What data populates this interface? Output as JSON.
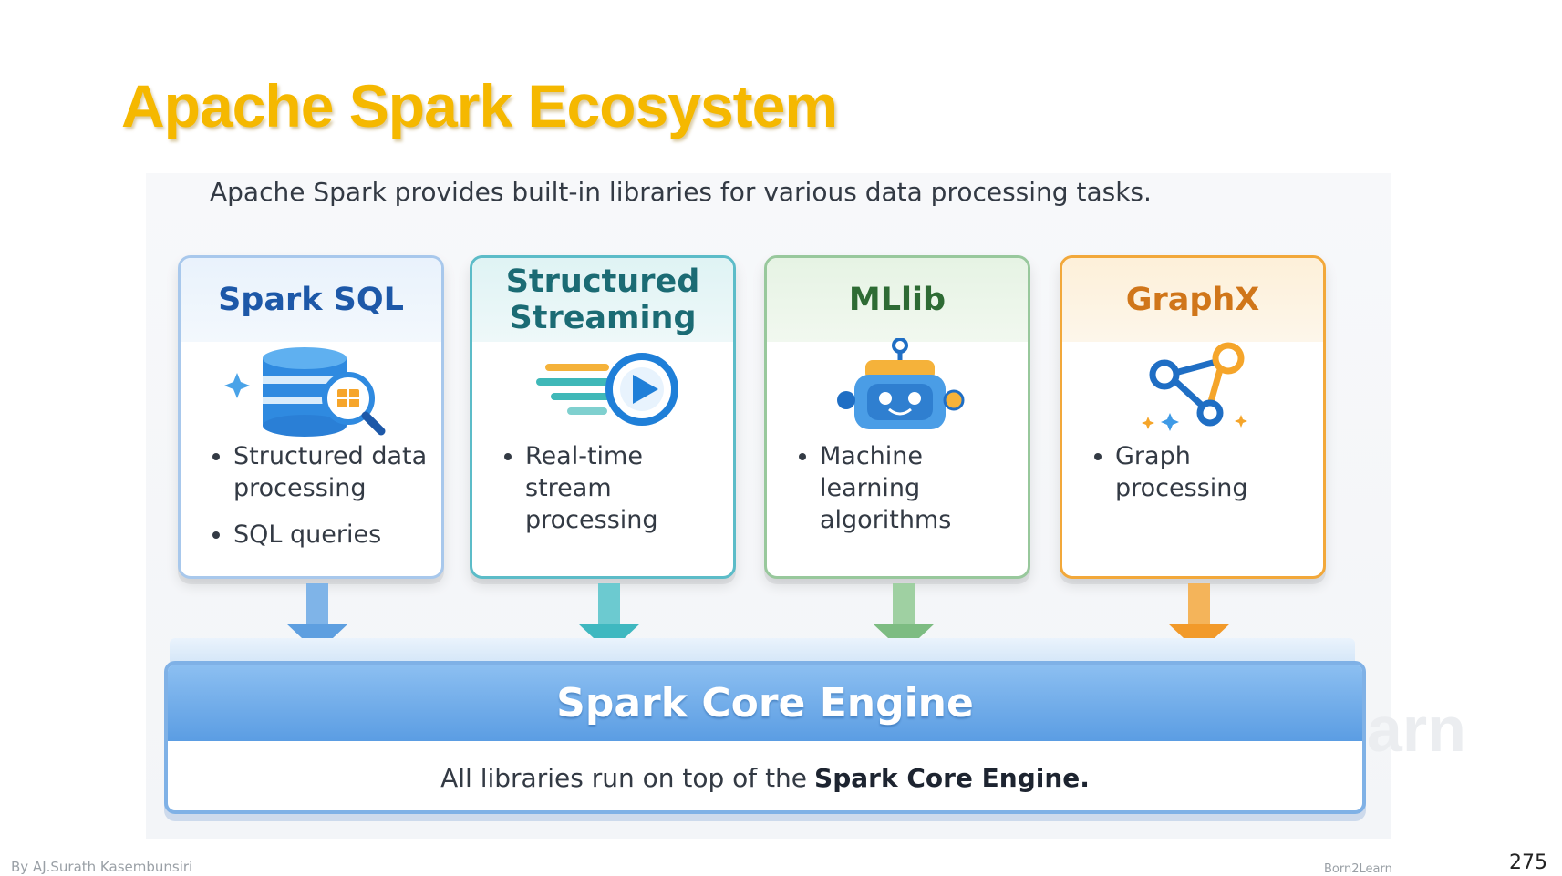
{
  "title": "Apache Spark Ecosystem",
  "subtitle": "Apache Spark provides built-in libraries for various data processing tasks.",
  "libraries": [
    {
      "name": "Spark SQL",
      "icon": "database-search-icon",
      "color": "#1d58a8",
      "bullets": [
        "Structured data processing",
        "SQL queries"
      ]
    },
    {
      "name": "Structured Streaming",
      "icon": "stream-play-icon",
      "color": "#1b6b74",
      "bullets": [
        "Real-time stream processing"
      ]
    },
    {
      "name": "MLlib",
      "icon": "robot-icon",
      "color": "#2e6b34",
      "bullets": [
        "Machine learning algorithms"
      ]
    },
    {
      "name": "GraphX",
      "icon": "graph-nodes-icon",
      "color": "#d0761a",
      "bullets": [
        "Graph processing"
      ]
    }
  ],
  "core": {
    "title": "Spark Core Engine",
    "note_prefix": "All libraries run on top of the",
    "note_bold": "Spark Core Engine."
  },
  "footer": {
    "author": "By AJ.Surath Kasembunsiri",
    "brand": "Born2Learn",
    "watermark": "earn",
    "page": "275"
  },
  "colors": {
    "title": "#f5b800",
    "core": "#5b9de3"
  }
}
